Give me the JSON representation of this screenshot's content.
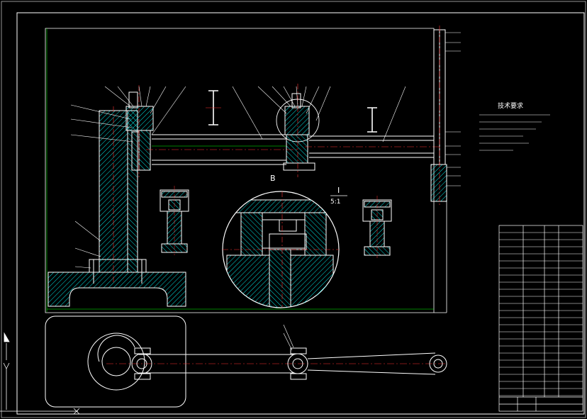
{
  "drawing": {
    "notes_heading": "技术要求",
    "section_label": "I",
    "section_scale": "5:1",
    "detail_callout": "B",
    "colors": {
      "background": "#000000",
      "outline": "#ffffff",
      "hatch": "#00ffff",
      "centerline": "#ff3333",
      "dimension": "#00ff00",
      "detail_label": "#ffff00"
    }
  }
}
